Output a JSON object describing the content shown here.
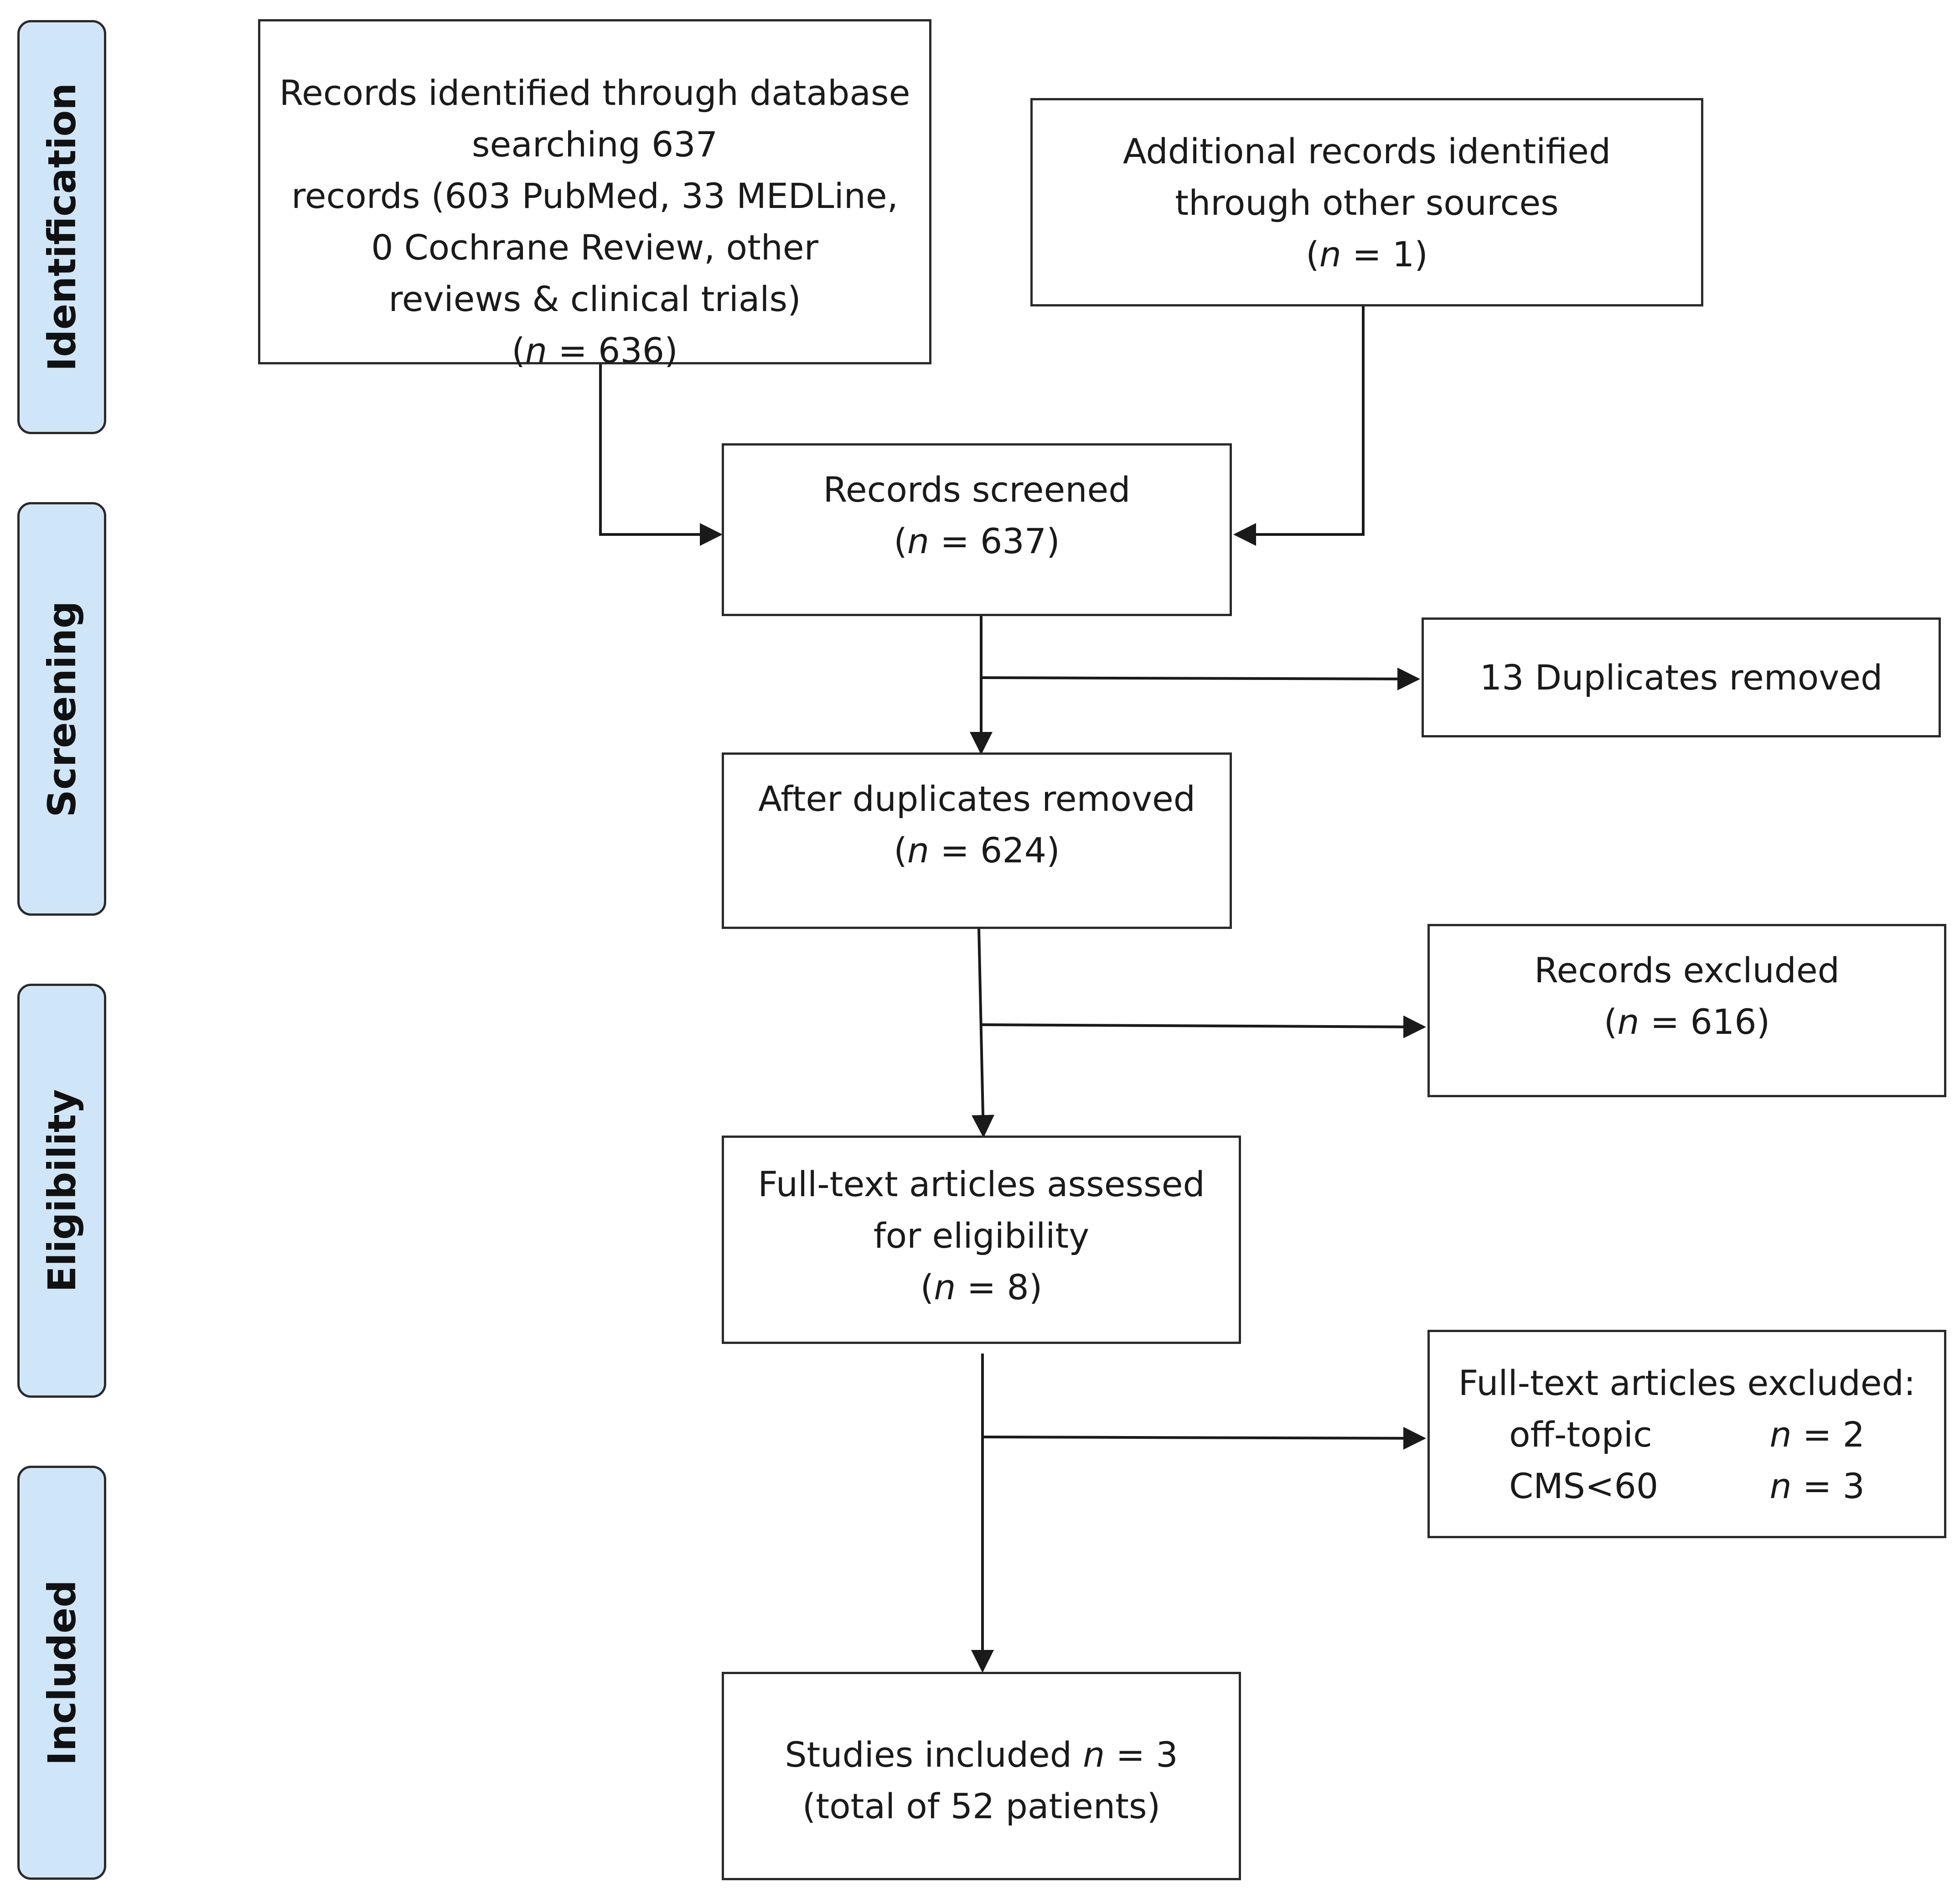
{
  "stages": {
    "identification": "Identification",
    "screening": "Screening",
    "eligibility": "Eligibility",
    "included": "Included"
  },
  "boxes": {
    "database_search": {
      "lines": [
        "Records identified through database",
        "searching 637",
        "records (603 PubMed, 33 MEDLine,",
        "0 Cochrane Review, other",
        "reviews & clinical trials)"
      ],
      "n_prefix": "(",
      "n_var": "n",
      "n_rest": " = 636)"
    },
    "other_sources": {
      "lines": [
        "Additional records identified",
        "through other sources"
      ],
      "n_prefix": "(",
      "n_var": "n",
      "n_rest": " = 1)"
    },
    "screened": {
      "lines": [
        "Records screened"
      ],
      "n_prefix": "(",
      "n_var": "n",
      "n_rest": " = 637)"
    },
    "duplicates": {
      "text": "13 Duplicates removed"
    },
    "after_duplicates": {
      "lines": [
        "After duplicates removed"
      ],
      "n_prefix": "(",
      "n_var": "n",
      "n_rest": " = 624)"
    },
    "records_excluded": {
      "lines": [
        "Records excluded"
      ],
      "n_prefix": "(",
      "n_var": "n",
      "n_rest": " = 616)"
    },
    "full_text_assessed": {
      "lines": [
        "Full-text articles assessed",
        "for eligibility"
      ],
      "n_prefix": "(",
      "n_var": "n",
      "n_rest": " = 8)"
    },
    "full_text_excluded": {
      "title": "Full-text articles excluded:",
      "reasons": [
        {
          "label": "off-topic",
          "n_var": "n",
          "n_rest": " = 2"
        },
        {
          "label": "CMS<60",
          "n_var": "n",
          "n_rest": " = 3"
        }
      ]
    },
    "included": {
      "line1_text": "Studies included ",
      "line1_var": "n",
      "line1_rest": " = 3",
      "line2": "(total of 52 patients)"
    }
  }
}
